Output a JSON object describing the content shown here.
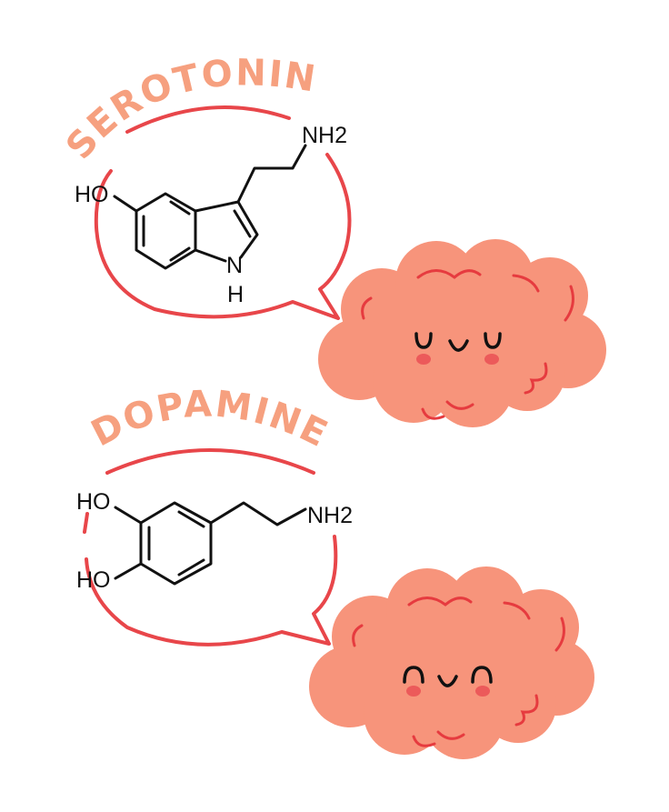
{
  "serotonin": {
    "title": "SEROTONIN",
    "labels": {
      "amine": "NH2",
      "hydroxyl": "HO",
      "ring_n": "N",
      "ring_h": "H"
    },
    "brain_expression": "sleepy-content"
  },
  "dopamine": {
    "title": "DOPAMINE",
    "labels": {
      "amine": "NH2",
      "hydroxyl_1": "HO",
      "hydroxyl_2": "HO"
    },
    "brain_expression": "happy"
  },
  "colors": {
    "title": "#f6a07f",
    "bubble": "#e8464a",
    "brain": "#f7947b",
    "brain_folds": "#e63b3f"
  }
}
